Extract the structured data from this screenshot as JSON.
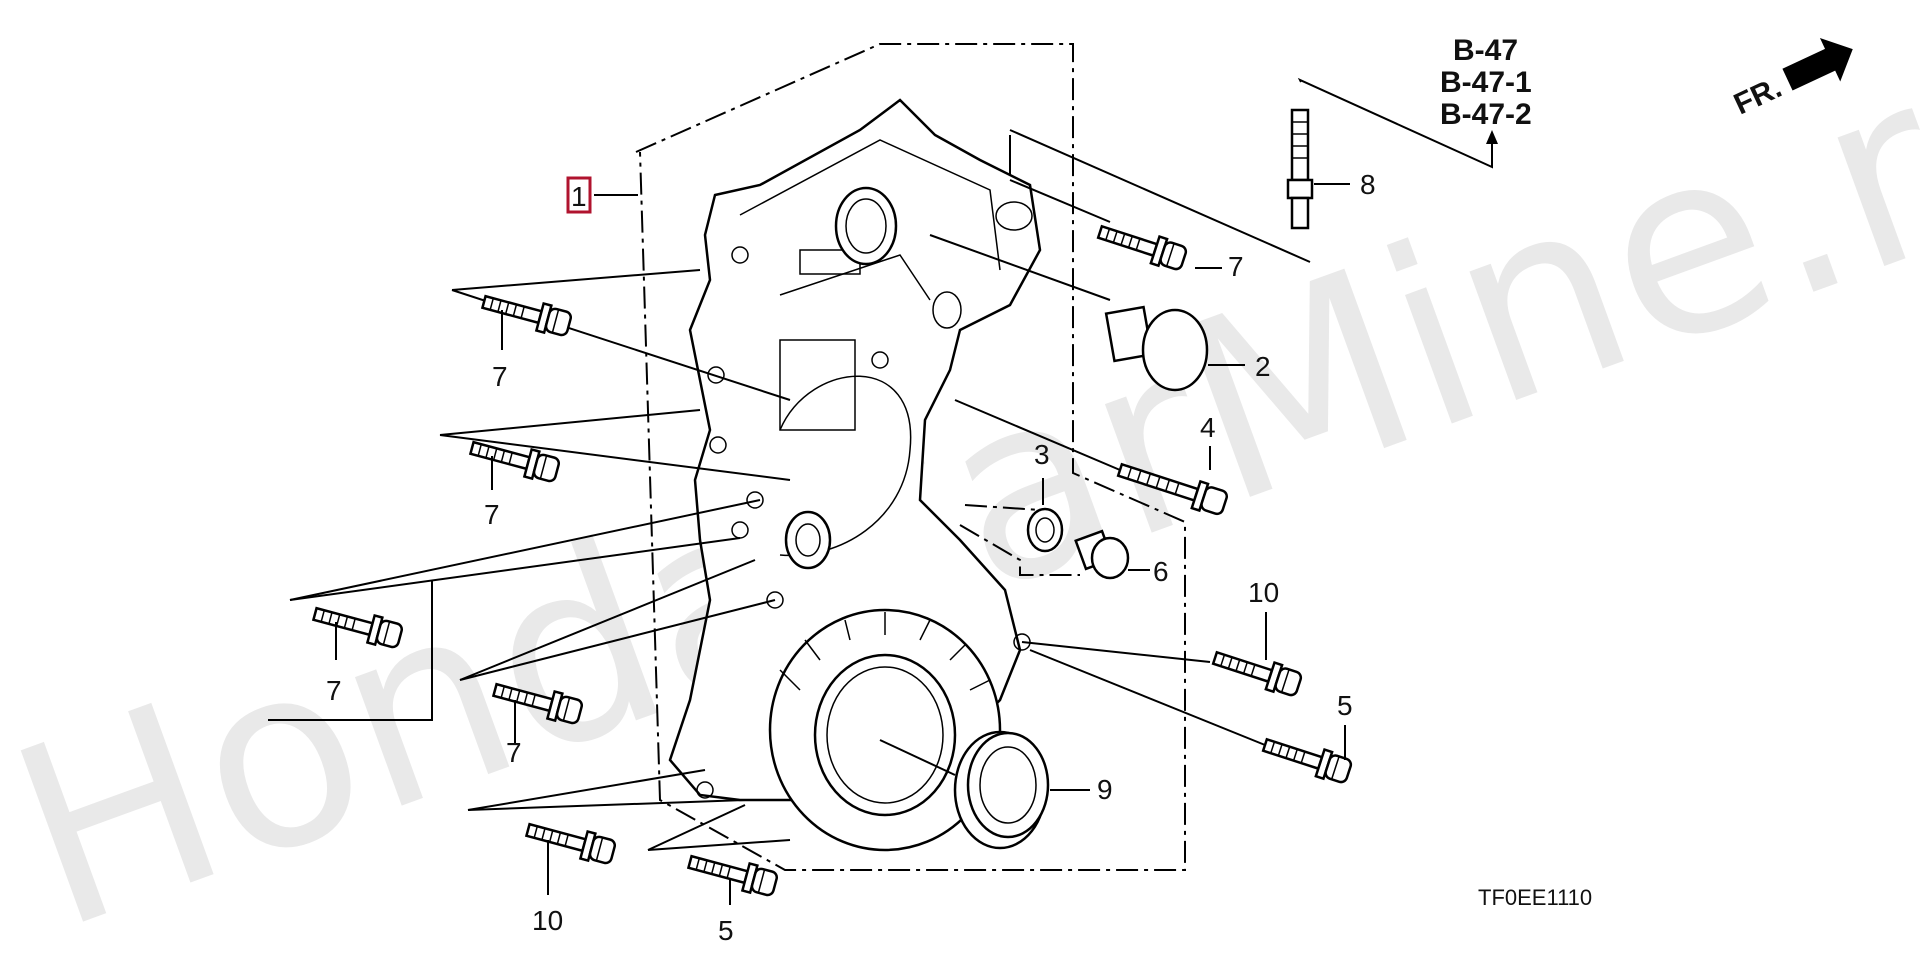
{
  "watermark": "HondaCarMine.ru",
  "part_labels": {
    "p1": "1",
    "p2": "2",
    "p3": "3",
    "p4": "4",
    "p5a": "5",
    "p5b": "5",
    "p6": "6",
    "p7a": "7",
    "p7b": "7",
    "p7c": "7",
    "p7d": "7",
    "p7e": "7",
    "p8": "8",
    "p9": "9",
    "p10a": "10",
    "p10b": "10"
  },
  "references": [
    "B-47",
    "B-47-1",
    "B-47-2"
  ],
  "direction_label": "FR.",
  "diagram_code": "TF0EE1110",
  "highlight_color": "#b0132e"
}
